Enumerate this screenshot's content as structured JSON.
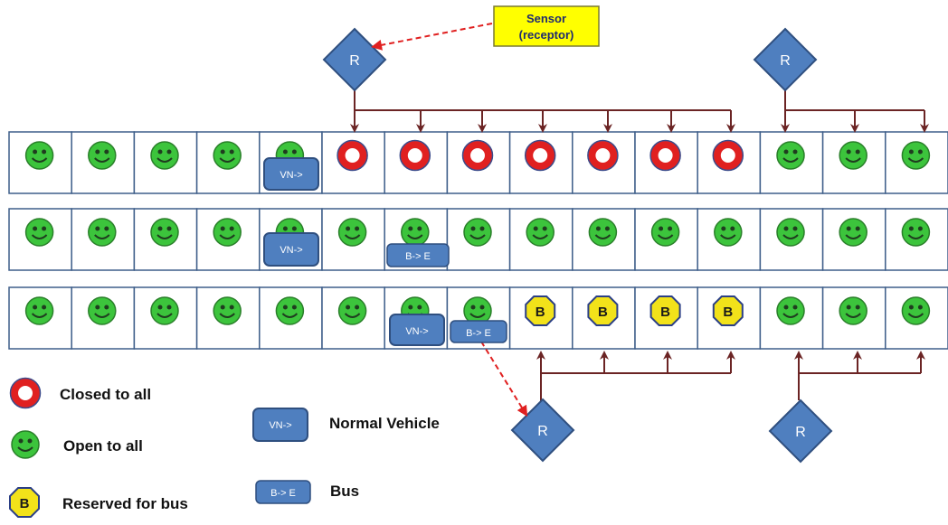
{
  "sensor_callout": {
    "line1": "Sensor",
    "line2": "(receptor)"
  },
  "receptor_label": "R",
  "vehicle_labels": {
    "normal": "VN->",
    "bus": "B-> E"
  },
  "bus_reserved_symbol": "B",
  "lanes": [
    [
      "open",
      "open",
      "open",
      "open",
      "open",
      "closed",
      "closed",
      "closed",
      "closed",
      "closed",
      "closed",
      "closed",
      "open",
      "open",
      "open"
    ],
    [
      "open",
      "open",
      "open",
      "open",
      "open",
      "open",
      "open",
      "open",
      "open",
      "open",
      "open",
      "open",
      "open",
      "open",
      "open"
    ],
    [
      "open",
      "open",
      "open",
      "open",
      "open",
      "open",
      "open",
      "open",
      "bus",
      "bus",
      "bus",
      "bus",
      "open",
      "open",
      "open"
    ]
  ],
  "legend": {
    "closed": "Closed to all",
    "open": "Open to all",
    "reserved": "Reserved for bus",
    "normal_vehicle": "Normal Vehicle",
    "bus": "Bus"
  },
  "colors": {
    "lane_border": "#3f5f8a",
    "open_face": "#3cc43c",
    "closed_ring": "#e02020",
    "bus_octagon": "#f2e21a",
    "vehicle_box": "#4f7fbf",
    "receptor": "#4f7fbf",
    "arrow": "#6b2424",
    "sensor_box": "#ffff00",
    "dashed_arrow": "#e02020"
  }
}
